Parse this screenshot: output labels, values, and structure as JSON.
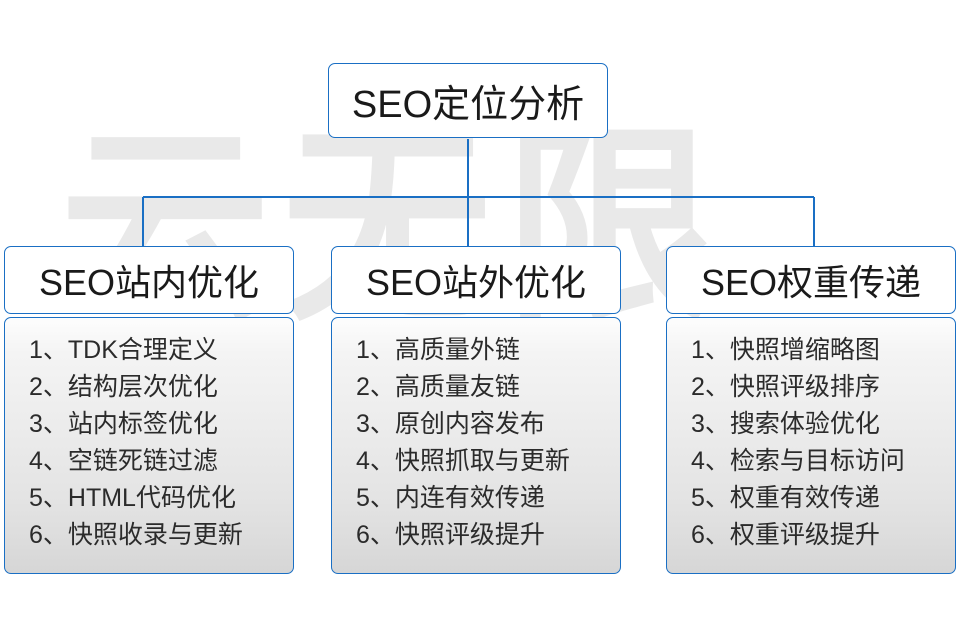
{
  "diagram": {
    "title": "SEO定位分析",
    "accent_color": "#1a6fc4",
    "text_color": "#1a1a1a",
    "panel_color": "#e8e8e8",
    "watermark_text": "云无限",
    "root": {
      "label": "SEO定位分析"
    },
    "columns": [
      {
        "header": "SEO站内优化",
        "items": [
          {
            "num": "1、",
            "text": "TDK合理定义"
          },
          {
            "num": "2、",
            "text": "结构层次优化"
          },
          {
            "num": "3、",
            "text": "站内标签优化"
          },
          {
            "num": "4、",
            "text": "空链死链过滤"
          },
          {
            "num": "5、",
            "text": "HTML代码优化"
          },
          {
            "num": "6、",
            "text": "快照收录与更新"
          }
        ]
      },
      {
        "header": "SEO站外优化",
        "items": [
          {
            "num": "1、",
            "text": "高质量外链"
          },
          {
            "num": "2、",
            "text": "高质量友链"
          },
          {
            "num": "3、",
            "text": "原创内容发布"
          },
          {
            "num": "4、",
            "text": "快照抓取与更新"
          },
          {
            "num": "5、",
            "text": "内连有效传递"
          },
          {
            "num": "6、",
            "text": "快照评级提升"
          }
        ]
      },
      {
        "header": "SEO权重传递",
        "items": [
          {
            "num": "1、",
            "text": "快照增缩略图"
          },
          {
            "num": "2、",
            "text": "快照评级排序"
          },
          {
            "num": "3、",
            "text": "搜索体验优化"
          },
          {
            "num": "4、",
            "text": "检索与目标访问"
          },
          {
            "num": "5、",
            "text": "权重有效传递"
          },
          {
            "num": "6、",
            "text": "权重评级提升"
          }
        ]
      }
    ]
  }
}
